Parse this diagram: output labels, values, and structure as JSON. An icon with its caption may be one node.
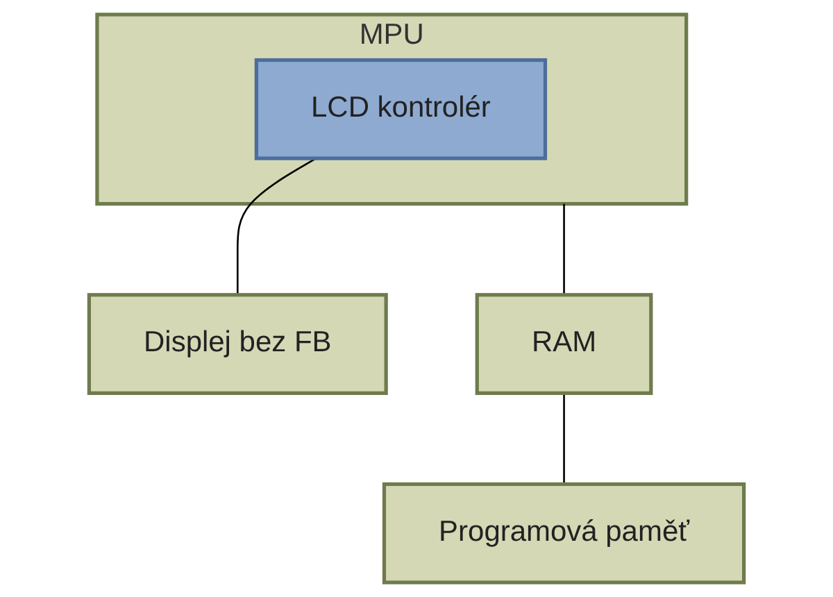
{
  "diagram": {
    "nodes": [
      {
        "text": [
          "MPU"
        ]
      },
      {
        "text": [
          "LCD kontrolér"
        ],
        "in": 0
      },
      {
        "text": [
          "Displej bez FB"
        ]
      },
      {
        "text": [
          "RAM"
        ]
      },
      {
        "text": [
          "Programová paměť"
        ]
      }
    ],
    "edges": [
      {
        "from": 1,
        "to": 2,
        "arrow": "none"
      },
      {
        "from": 0,
        "to": 3,
        "arrow": "none"
      },
      {
        "from": 3,
        "to": 4,
        "arrow": "none"
      }
    ]
  }
}
